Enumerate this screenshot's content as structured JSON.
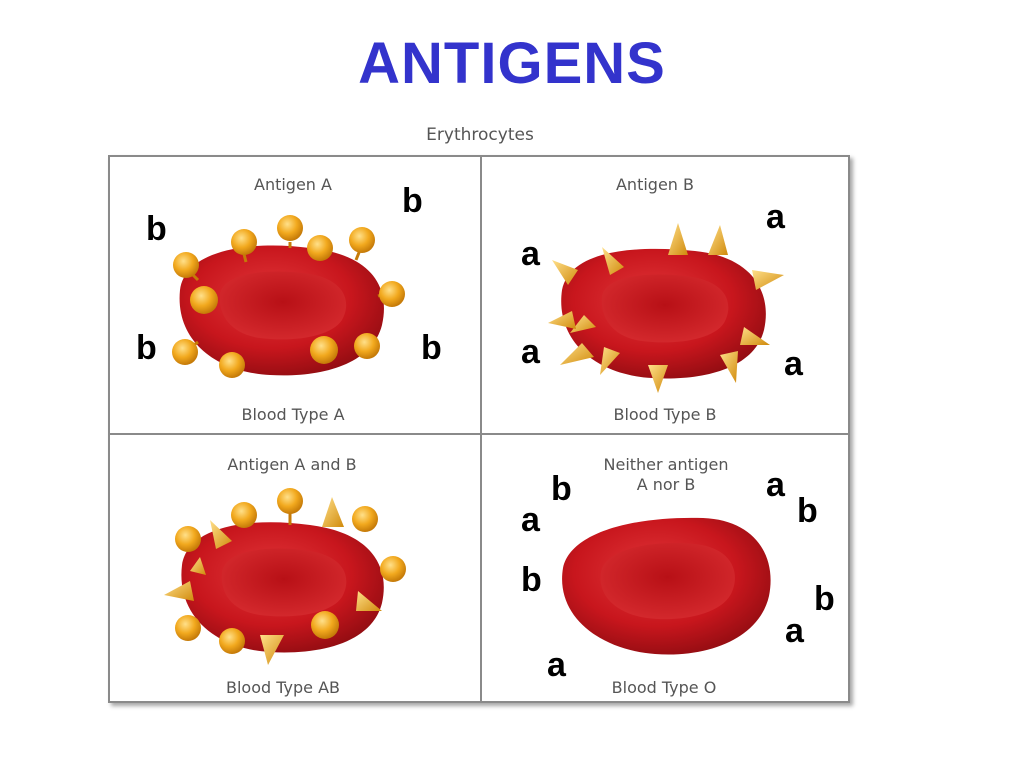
{
  "title": "ANTIGENS",
  "subtitle": "Erythrocytes",
  "colors": {
    "title": "#3333cc",
    "cell": "#c8161d",
    "antigen": "#f2a91e"
  },
  "panels": [
    {
      "top_label": "Antigen A",
      "bottom_label": "Blood Type A"
    },
    {
      "top_label": "Antigen B",
      "bottom_label": "Blood Type B"
    },
    {
      "top_label": "Antigen A and B",
      "bottom_label": "Blood Type AB"
    },
    {
      "top_label_line1": "Neither antigen",
      "top_label_line2": "A nor B",
      "bottom_label": "Blood Type O"
    }
  ],
  "annotations": {
    "panel_a": [
      "b",
      "b",
      "b",
      "b"
    ],
    "panel_b": [
      "a",
      "a",
      "a",
      "a"
    ],
    "panel_o": [
      "b",
      "a",
      "a",
      "b",
      "b",
      "b",
      "a",
      "a"
    ]
  }
}
